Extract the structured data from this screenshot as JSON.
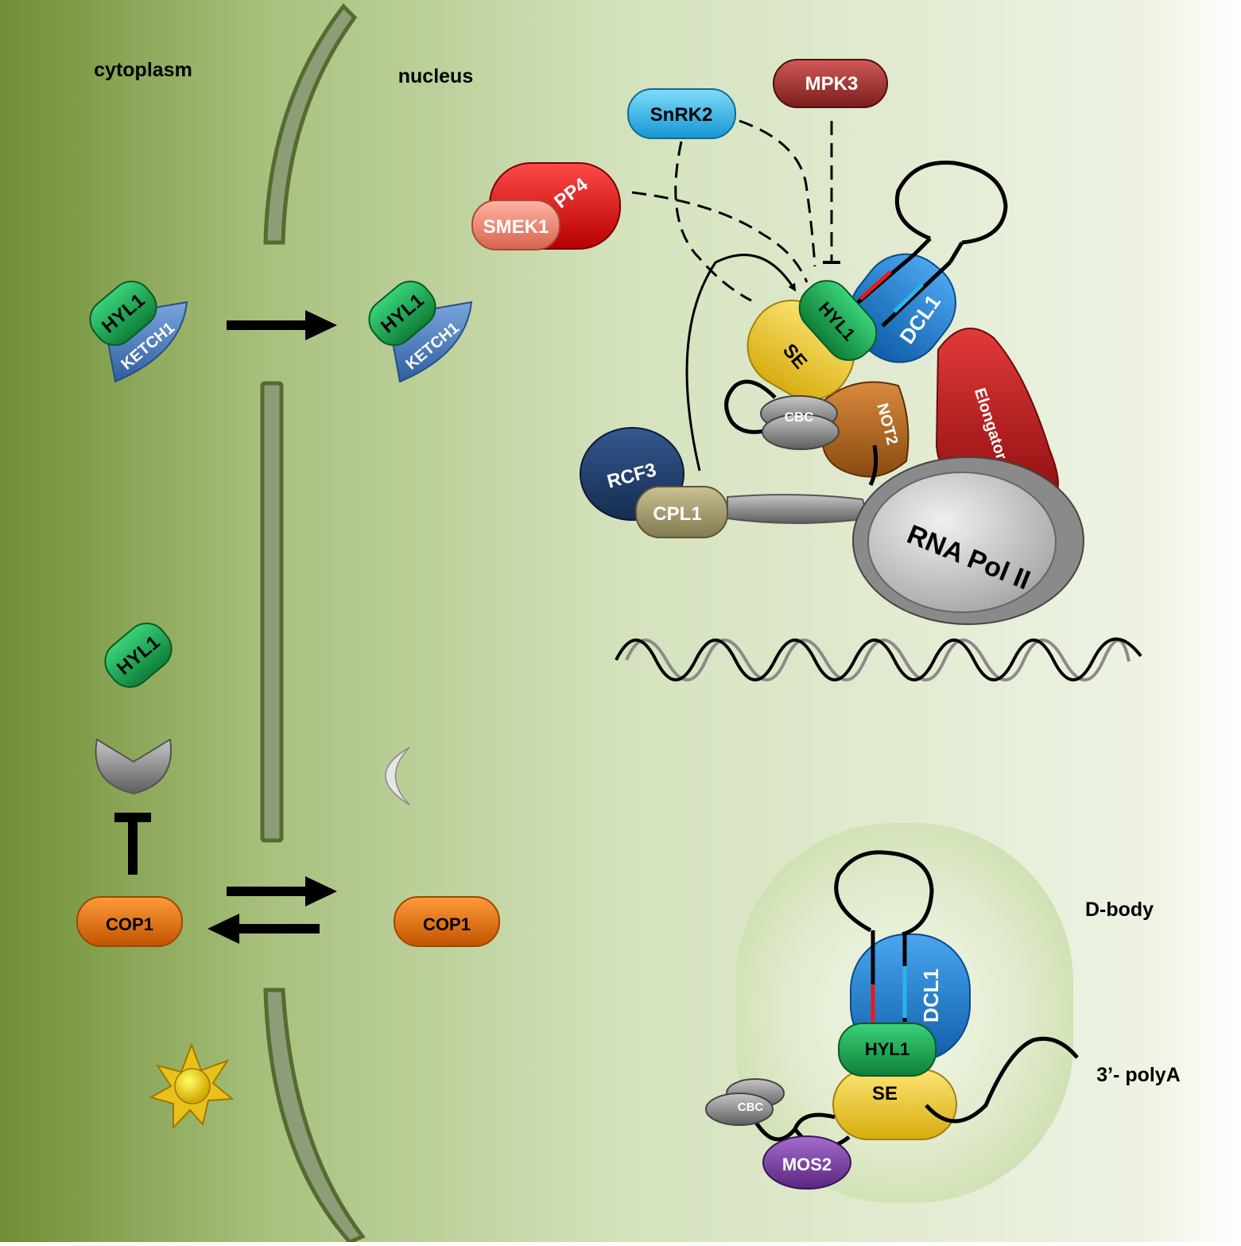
{
  "colors": {
    "cytoplasm_dark": "#6f8e35",
    "nucleus_light": "#e6efd6",
    "envelope": "#8e9c78",
    "envelope_edge": "#556b2f",
    "hyl1": "#1aa64e",
    "ketch1": "#4f7fc0",
    "cop1": "#e8700e",
    "se": "#f3c92a",
    "dcl1": "#1f7fd1",
    "elongator": "#c41a1a",
    "not2": "#b5651d",
    "cbc": "#8a8a8a",
    "rcf3": "#1f3e6b",
    "cpl1": "#a39a72",
    "snrk2": "#2bb4ea",
    "mpk3": "#a6302f",
    "pp4": "#e81b1b",
    "smek1": "#ef8a76",
    "mos2": "#7a3fa3",
    "pol2": "#c8c8c8"
  },
  "labels": {
    "cytoplasm": "cytoplasm",
    "nucleus": "nucleus",
    "d_body": "D-body",
    "polyA": "3’- polyA"
  },
  "proteins": {
    "hyl1": "HYL1",
    "ketch1": "KETCH1",
    "cop1": "COP1",
    "snrk2": "SnRK2",
    "mpk3": "MPK3",
    "pp4": "PP4",
    "smek1": "SMEK1",
    "se": "SE",
    "dcl1": "DCL1",
    "elongator": "Elongator",
    "not2": "NOT2",
    "cbc": "CBC",
    "rcf3": "RCF3",
    "cpl1": "CPL1",
    "pol2": "RNA Pol II",
    "mos2": "MOS2"
  },
  "icons": {
    "proteasome": "proteasome-icon",
    "moon": "moon-icon",
    "sun": "sun-icon"
  }
}
